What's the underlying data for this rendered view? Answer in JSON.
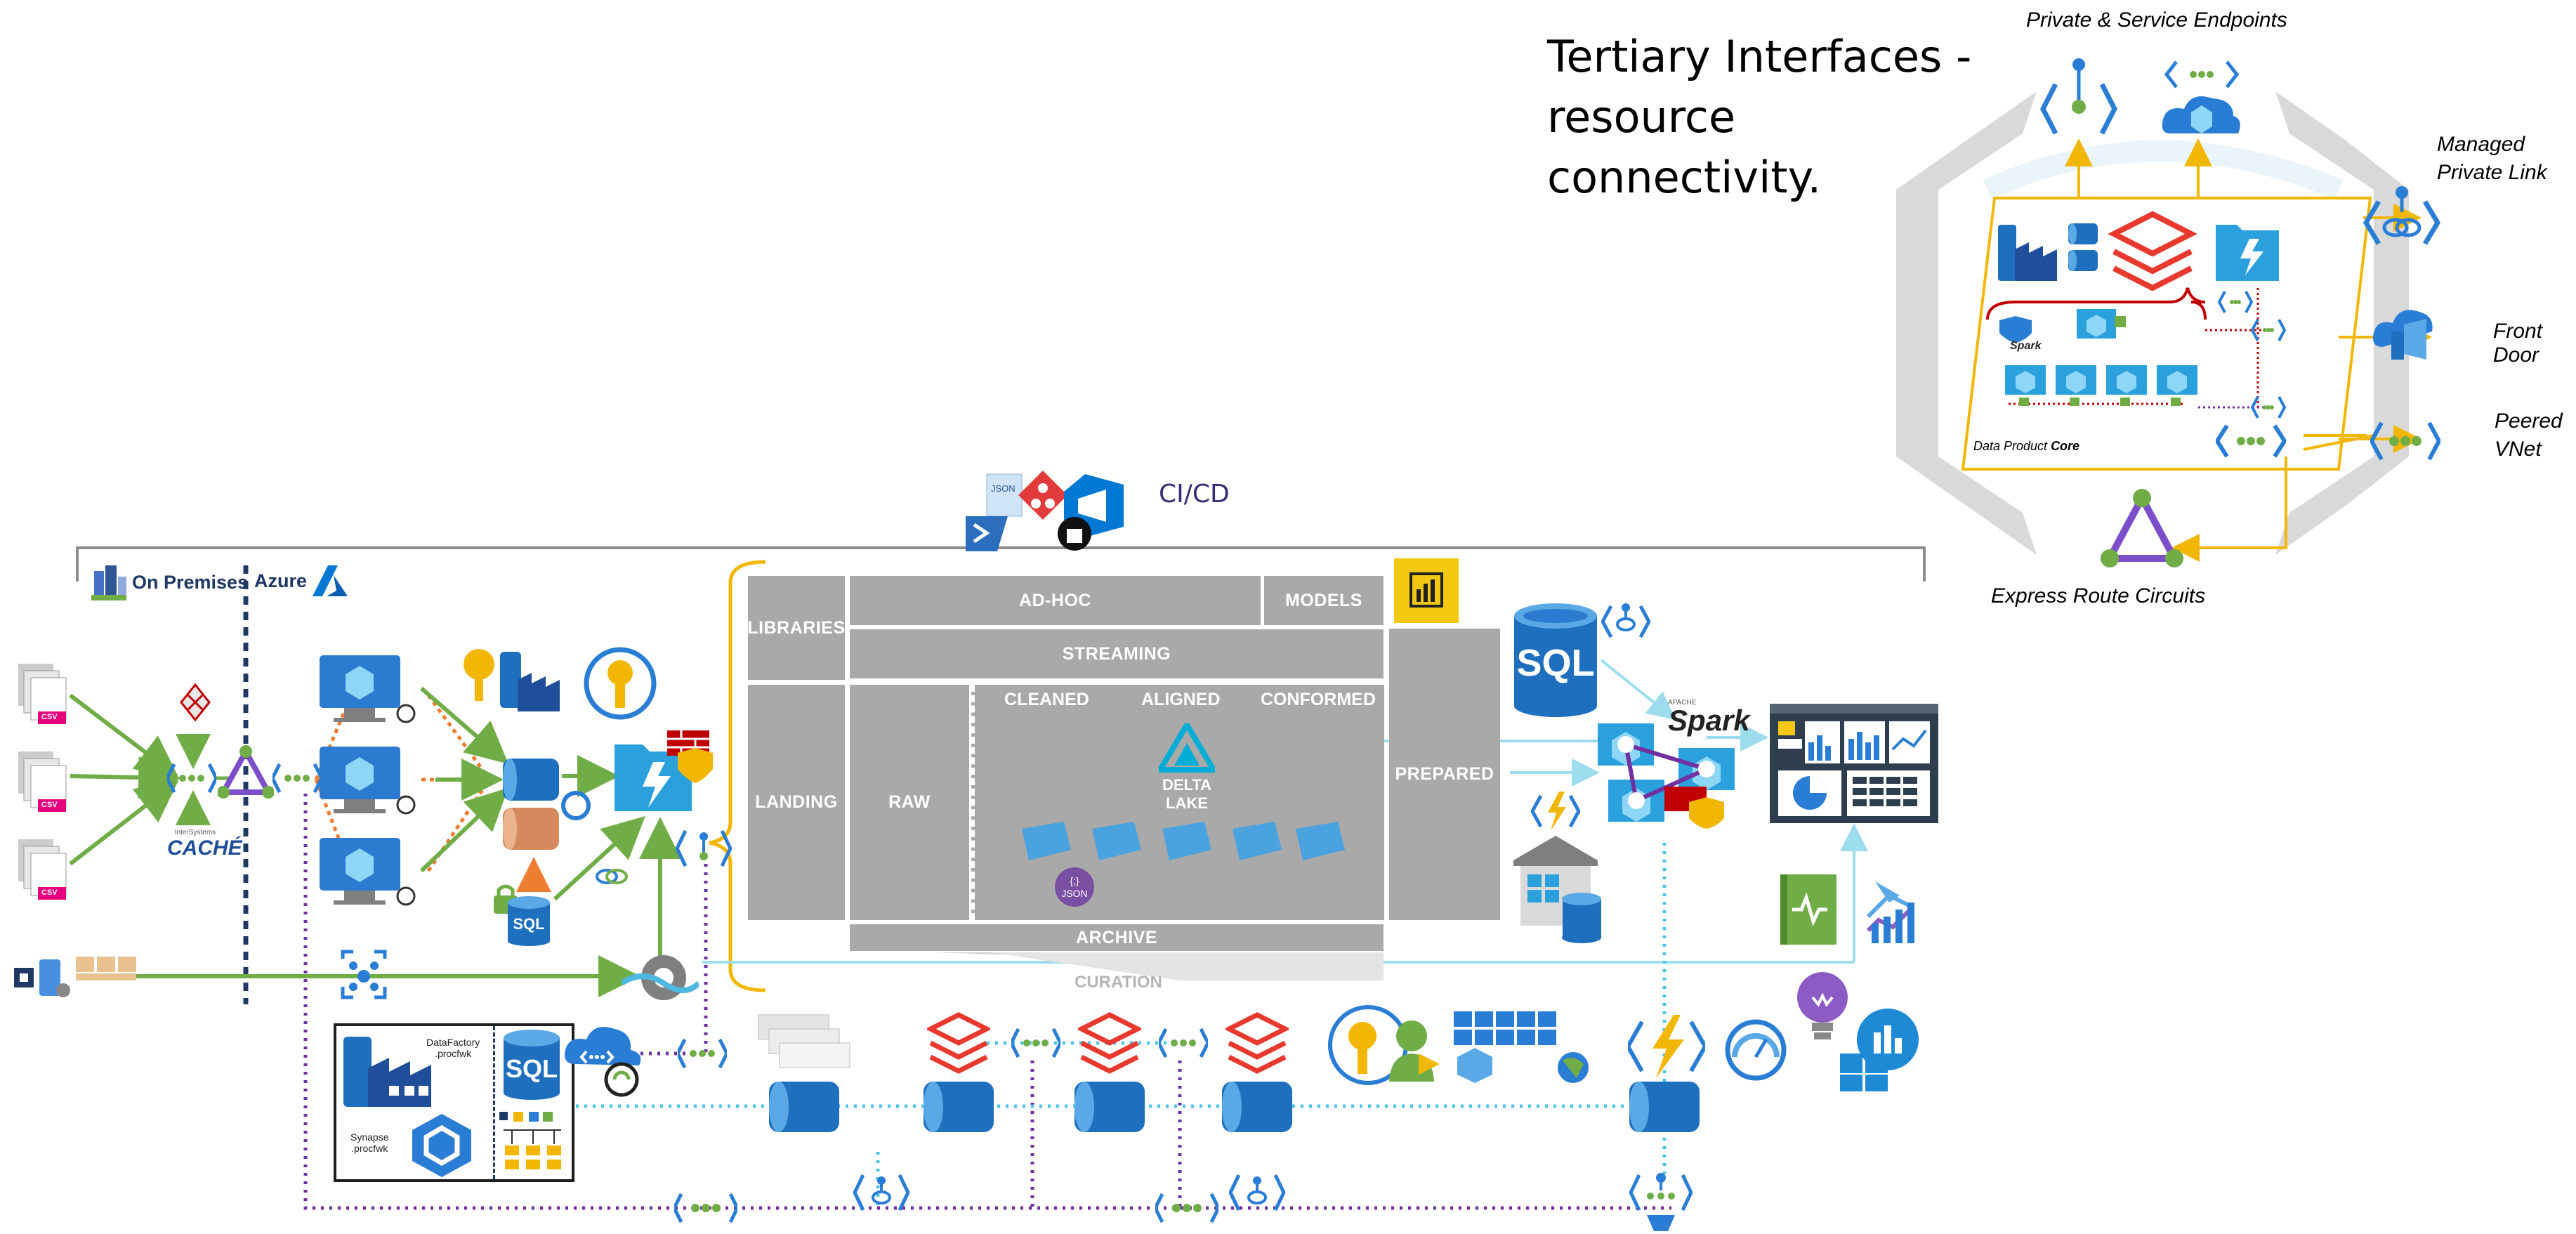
{
  "header": {
    "title_line1": "Tertiary Interfaces -",
    "title_line2": "resource",
    "title_line3": "connectivity."
  },
  "zones": {
    "on_premises": "On Premises",
    "azure": "Azure",
    "cicd": "CI/CD"
  },
  "lake": {
    "libraries": "LIBRARIES",
    "ad_hoc": "AD-HOC",
    "models": "MODELS",
    "streaming": "STREAMING",
    "landing": "LANDING",
    "raw": "RAW",
    "cleaned": "CLEANED",
    "aligned": "ALIGNED",
    "conformed": "CONFORMED",
    "prepared": "PREPARED",
    "archive": "ARCHIVE",
    "curation": "CURATION",
    "delta_lake": "DELTA LAKE",
    "json": "JSON"
  },
  "source_labels": {
    "csv": "CSV",
    "cache_brand": "InterSystems",
    "cache": "CACHÉ",
    "sql": "SQL",
    "spark_apache": "APACHE",
    "spark": "Spark"
  },
  "framework": {
    "datafactory": "DataFactory\n.procfwk",
    "synapse": "Synapse\n.procfwk"
  },
  "inset": {
    "private_endpoints": "Private & Service Endpoints",
    "managed_private_link": "Managed\nPrivate Link",
    "front_door": "Front Door",
    "peered_vnet": "Peered\nVNet",
    "express_route": "Express Route Circuits",
    "data_product_core_prefix": "Data Product ",
    "data_product_core_bold": "Core",
    "spark": "Spark"
  },
  "colors": {
    "green_line": "#70ad47",
    "orange_dash": "#ed7d31",
    "purple_dot": "#7030a0",
    "cyan_dot": "#4fc3e8",
    "azure_blue": "#0078d4",
    "grey_box": "#a9a9a9",
    "gold": "#f2b705",
    "red": "#e83e2d"
  }
}
